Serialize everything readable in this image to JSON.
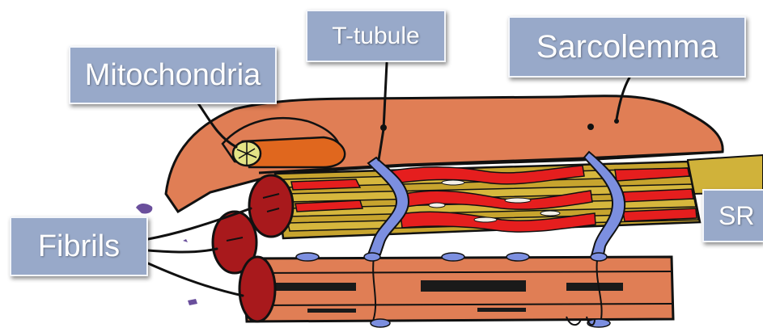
{
  "labels": {
    "mitochondria": "Mitochondria",
    "t_tubule": "T-tubule",
    "sarcolemma": "Sarcolemma",
    "fibrils": "Fibrils",
    "sr": "SR"
  },
  "colors": {
    "sarcolemma": "#e07e55",
    "fibril_red": "#a8191c",
    "fibril_yellow": "#d0b23a",
    "sr_red": "#e51e1e",
    "t_tubule_blue": "#7c8fe0",
    "mitochondrion": "#e3e386",
    "spill_purple": "#6a4f9c",
    "callout_fill": "#98a9c9"
  }
}
